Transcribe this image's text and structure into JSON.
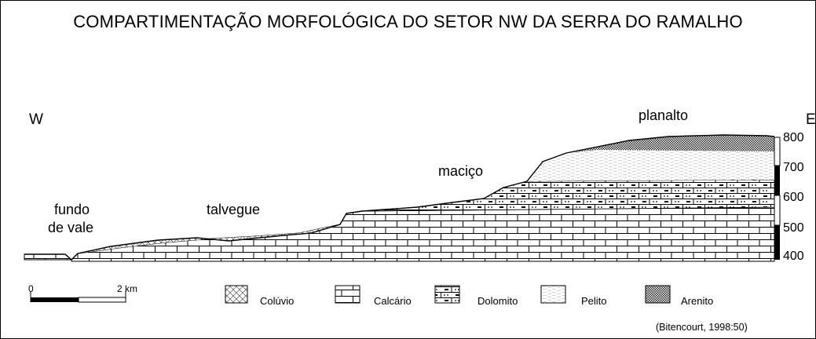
{
  "title": "COMPARTIMENTAÇÃO MORFOLÓGICA DO SETOR NW DA SERRA DO RAMALHO",
  "direction": {
    "west": "W",
    "east": "E"
  },
  "features": {
    "fundo_de_vale_line1": "fundo",
    "fundo_de_vale_line2": "de vale",
    "talvegue": "talvegue",
    "macico": "maciço",
    "planalto": "planalto"
  },
  "elevation_axis": {
    "ticks": [
      "800",
      "700",
      "600",
      "500",
      "400"
    ]
  },
  "scale_bar": {
    "start_label": "0",
    "end_label": "2 km"
  },
  "legend": {
    "items": [
      {
        "label": "Colúvio",
        "pattern": "cross-hatch"
      },
      {
        "label": "Calcário",
        "pattern": "brick"
      },
      {
        "label": "Dolomito",
        "pattern": "brick-dotted"
      },
      {
        "label": "Pelito",
        "pattern": "fine-dash"
      },
      {
        "label": "Arenito",
        "pattern": "checker"
      }
    ]
  },
  "source": "(Bitencourt, 1998:50)"
}
